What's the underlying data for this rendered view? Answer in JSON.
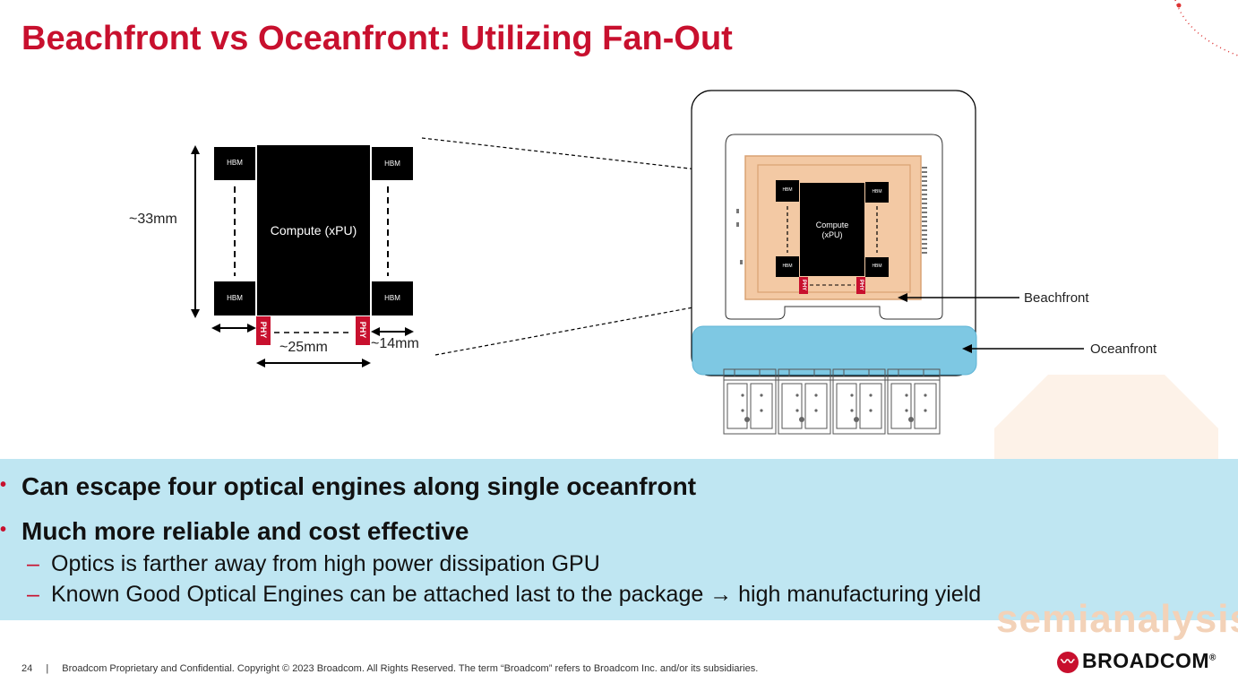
{
  "slide": {
    "title": "Beachfront vs Oceanfront: Utilizing Fan-Out",
    "page_number": "24",
    "footer": "Broadcom Proprietary and Confidential.  Copyright © 2023 Broadcom.  All Rights Reserved. The term “Broadcom” refers to Broadcom Inc. and/or its subsidiaries.",
    "logo_text": "BROADCOM",
    "logo_registered": "®",
    "watermark": "semianalysis"
  },
  "left_diagram": {
    "compute_label": "Compute (xPU)",
    "hbm_label": "HBM",
    "phy_label": "PHY",
    "dim_height": "~33mm",
    "dim_width": "~25mm",
    "dim_right": "~14mm"
  },
  "right_diagram": {
    "compute_label_line1": "Compute",
    "compute_label_line2": "(xPU)",
    "hbm_label": "HBM",
    "phy_label": "PHY",
    "beachfront_label": "Beachfront",
    "oceanfront_label": "Oceanfront"
  },
  "bullets": {
    "b1": "Can escape four optical engines along single oceanfront",
    "b2": "Much more reliable and cost effective",
    "sub1": "Optics is farther away from high power dissipation GPU",
    "sub2": "Known Good Optical Engines can be attached last to the package → high manufacturing yield"
  },
  "colors": {
    "title_red": "#c8102e",
    "band_blue": "#bfe6f2",
    "oceanfront_blue": "#7ec8e3",
    "substrate_orange": "#f3c9a4"
  }
}
